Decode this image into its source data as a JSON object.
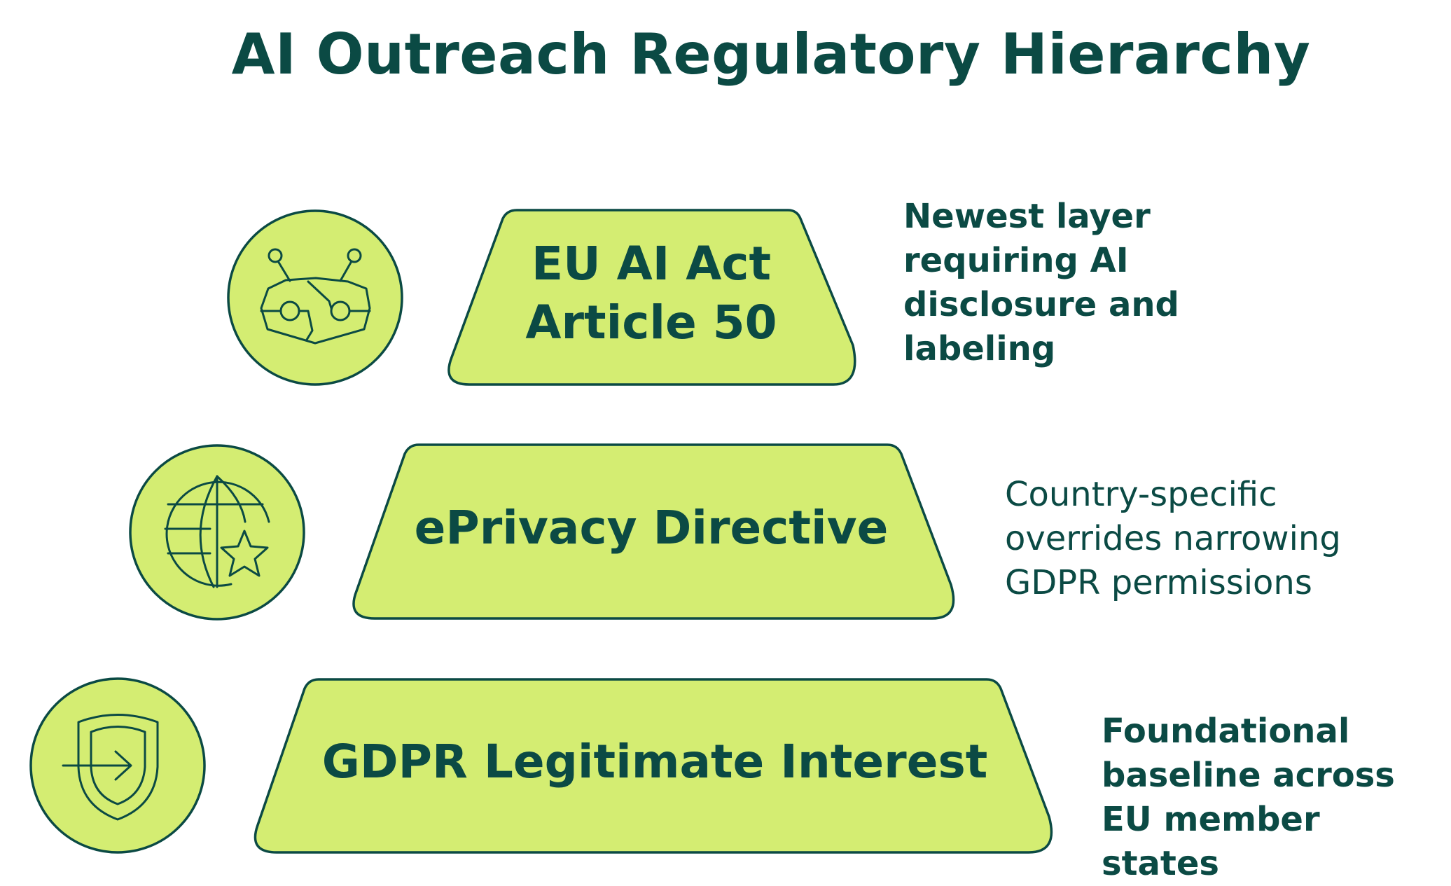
{
  "title": "AI Outreach Regulatory Hierarchy",
  "levels": [
    {
      "label_line1": "EU AI Act",
      "label_line2": "Article 50",
      "description": "Newest layer requiring AI disclosure and labeling",
      "icon": "ai-chip-icon"
    },
    {
      "label": "ePrivacy Directive",
      "description": "Country-specific overrides narrowing GDPR permissions",
      "icon": "globe-star-icon"
    },
    {
      "label": "GDPR Legitimate Interest",
      "description": "Foundational baseline across EU member states",
      "icon": "shield-enter-icon"
    }
  ],
  "colors": {
    "fill": "#d4ed72",
    "stroke": "#0b4a44",
    "text": "#0b4a44"
  }
}
